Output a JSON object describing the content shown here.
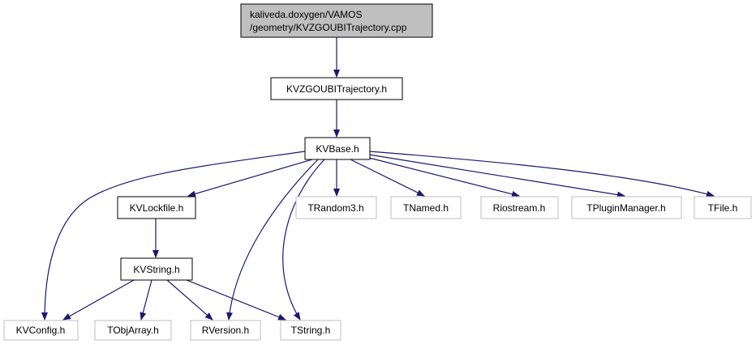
{
  "colors": {
    "edge": "#191970",
    "node_border_local": "#000000",
    "node_border_system": "#bfbfbf",
    "root_fill": "#bfbfbf",
    "node_fill": "#ffffff",
    "text": "#000000"
  },
  "nodes": {
    "root": {
      "line1": "kaliveda.doxygen/VAMOS",
      "line2": "/geometry/KVZGOUBITrajectory.cpp"
    },
    "kvzgoubi": {
      "label": "KVZGOUBITrajectory.h"
    },
    "kvbase": {
      "label": "KVBase.h"
    },
    "kvlockfile": {
      "label": "KVLockfile.h"
    },
    "trandom3": {
      "label": "TRandom3.h"
    },
    "tnamed": {
      "label": "TNamed.h"
    },
    "riostream": {
      "label": "Riostream.h"
    },
    "tpluginmanager": {
      "label": "TPluginManager.h"
    },
    "tfile": {
      "label": "TFile.h"
    },
    "kvstring": {
      "label": "KVString.h"
    },
    "kvconfig": {
      "label": "KVConfig.h"
    },
    "tobjarray": {
      "label": "TObjArray.h"
    },
    "rversion": {
      "label": "RVersion.h"
    },
    "tstring": {
      "label": "TString.h"
    }
  }
}
